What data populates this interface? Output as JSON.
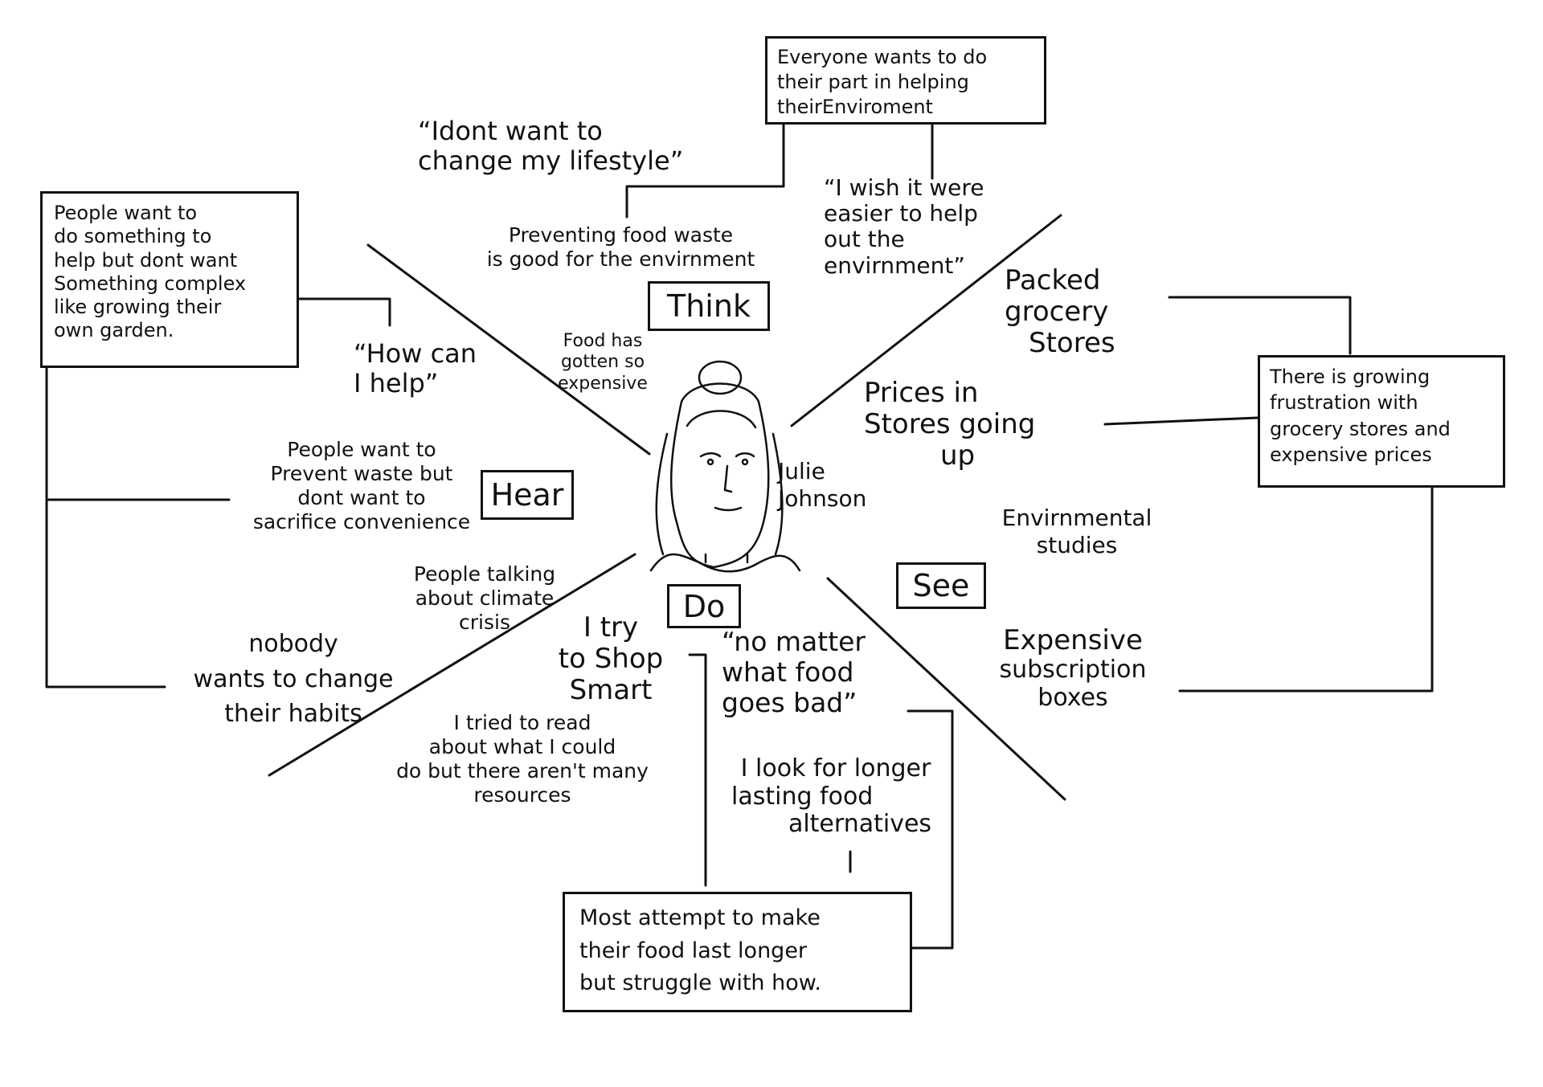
{
  "quadrants": {
    "think": "Think",
    "hear": "Hear",
    "see": "See",
    "do": "Do"
  },
  "persona": {
    "name_lines": [
      "Julie",
      "Johnson"
    ]
  },
  "think": {
    "quote_lifestyle": [
      "“Idont want to",
      "change my lifestyle”"
    ],
    "quote_wish": [
      "“I wish it were",
      "easier to help",
      "out the",
      "envirnment”"
    ],
    "statement_waste": [
      "Preventing food waste",
      "is good for the envirnment"
    ],
    "box_everyone": [
      "Everyone wants to do",
      "their part in helping",
      "theirEnviroment"
    ]
  },
  "hear": {
    "quote_help": [
      "“How can",
      "I help”"
    ],
    "food_expensive": [
      "Food has",
      "gotten so",
      "expensive"
    ],
    "prevent_waste": [
      "People want to",
      "Prevent waste but",
      "dont want to",
      "sacrifice convenience"
    ],
    "climate": [
      "People talking",
      "about climate",
      "crisis"
    ],
    "habits": [
      "nobody",
      "wants to change",
      "their habits"
    ],
    "box_people_want": [
      "People want to",
      "do something to",
      "help but dont want",
      "Something complex",
      "like growing their",
      "own garden."
    ]
  },
  "see": {
    "packed": [
      "Packed",
      "grocery",
      "Stores"
    ],
    "prices": [
      "Prices in",
      "Stores going",
      "up"
    ],
    "studies": [
      "Envirnmental",
      "studies"
    ],
    "subscription": [
      "Expensive",
      "subscription",
      "boxes"
    ],
    "box_frustration": [
      "There is growing",
      "frustration with",
      "grocery stores and",
      "expensive prices"
    ]
  },
  "do": {
    "shop_smart": [
      "I try",
      "to Shop",
      "Smart"
    ],
    "read": [
      "I tried to read",
      "about what I could",
      "do but there aren't many",
      "resources"
    ],
    "quote_matter": [
      "“no matter",
      "what food",
      "goes bad”"
    ],
    "longer_lasting": [
      "I look for longer",
      "lasting food",
      "alternatives"
    ],
    "box_attempt": [
      "Most attempt to make",
      "their food last longer",
      "but struggle with how."
    ]
  },
  "colors": {
    "ink": "#111111",
    "paper": "#ffffff"
  }
}
